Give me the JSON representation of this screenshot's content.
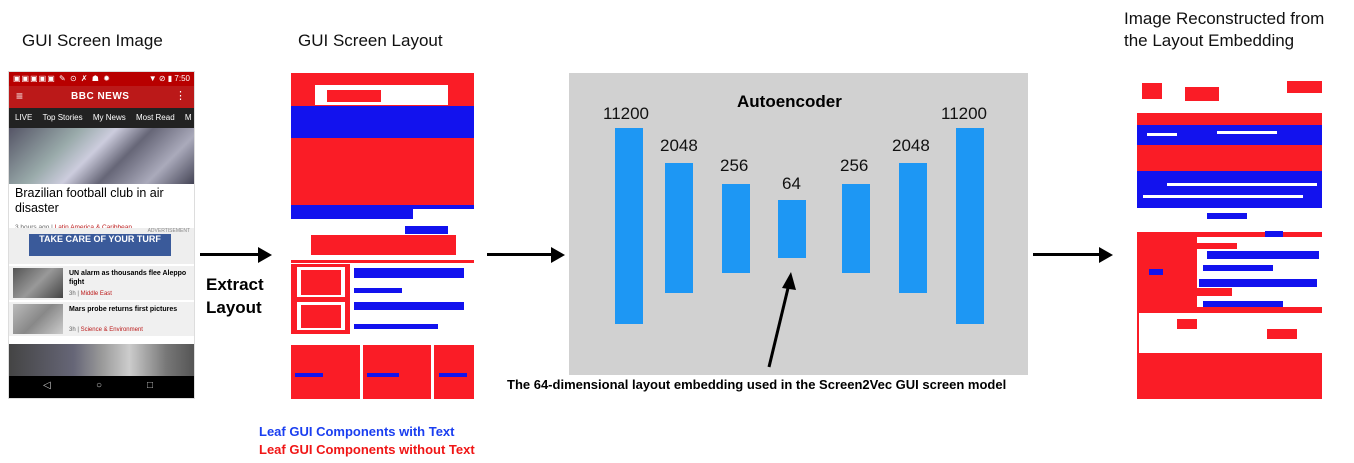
{
  "titles": {
    "screen_image": "GUI Screen Image",
    "screen_layout": "GUI Screen Layout",
    "reconstructed_line1": "Image Reconstructed from",
    "reconstructed_line2": "the Layout Embedding"
  },
  "extract_layout": {
    "line1": "Extract",
    "line2": "Layout"
  },
  "autoencoder": {
    "label": "Autoencoder",
    "layers": [
      "11200",
      "2048",
      "256",
      "64",
      "256",
      "2048",
      "11200"
    ]
  },
  "embedding_caption": "The 64-dimensional layout embedding used in the Screen2Vec GUI screen model",
  "legend": {
    "with_text": "Leaf GUI Components with Text",
    "without_text": "Leaf GUI Components without Text",
    "with_text_color": "#1a3ef0",
    "without_text_color": "#f01616"
  },
  "phone": {
    "status_time": "7:50",
    "app_title": "BBC NEWS",
    "tabs": [
      "LIVE",
      "Top Stories",
      "My News",
      "Most Read",
      "M"
    ],
    "headline": "Brazilian football club in air disaster",
    "headline_time": "3 hours ago",
    "headline_tag": "Latin America & Caribbean",
    "ad_label": "ADVERTISEMENT",
    "ad_text": "TAKE CARE OF YOUR TURF",
    "stories": [
      {
        "title": "UN alarm as thousands flee Aleppo fight",
        "time": "3h",
        "tag": "Middle East"
      },
      {
        "title": "Mars probe returns first pictures",
        "time": "3h",
        "tag": "Science & Environment"
      }
    ]
  }
}
